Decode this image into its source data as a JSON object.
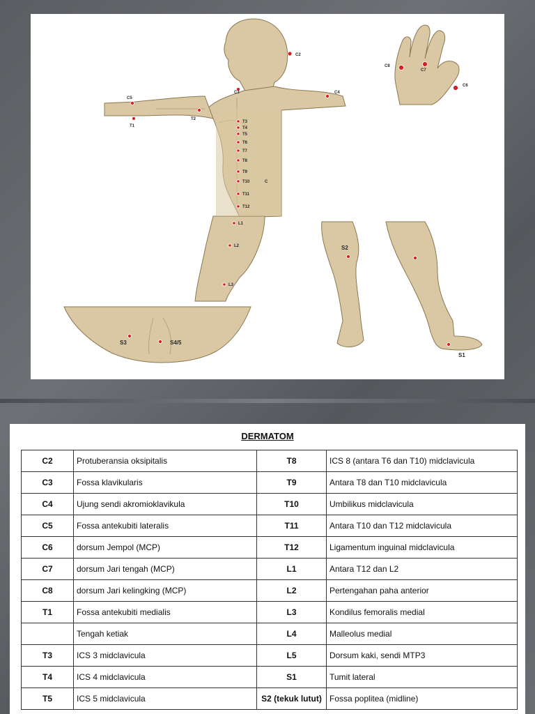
{
  "diagram": {
    "points": {
      "C2": "C2",
      "C3": "C3",
      "C4": "C4",
      "C5": "C5",
      "C6": "C6",
      "C7": "C7",
      "C8": "C8",
      "T1": "T1",
      "T2": "T2",
      "T3": "T3",
      "T4": "T4",
      "T5": "T5",
      "T6": "T6",
      "T7": "T7",
      "T8": "T8",
      "T9": "T9",
      "T10": "T10",
      "T11": "T11",
      "T12": "T12",
      "L1": "L1",
      "L2": "L2",
      "L3": "L3",
      "S1": "S1",
      "S2": "S2",
      "S3": "S3",
      "S45": "S4/5",
      "C_mark": "C"
    },
    "colors": {
      "skin": "#d9c8a3",
      "skin_dark": "#b8a37a",
      "outline": "#8a7752",
      "point": "#d81e24"
    }
  },
  "table": {
    "title": "DERMATOM",
    "rows": [
      {
        "c1": "C2",
        "d1": "Protuberansia oksipitalis",
        "c2": "T8",
        "d2": "ICS 8 (antara T6 dan T10)  midclavicula"
      },
      {
        "c1": "C3",
        "d1": "Fossa klavikularis",
        "c2": "T9",
        "d2": "Antara T8 dan T10  midclavicula"
      },
      {
        "c1": "C4",
        "d1": "Ujung sendi akromioklavikula",
        "c2": "T10",
        "d2": "Umbilikus midclavicula"
      },
      {
        "c1": "C5",
        "d1": "Fossa antekubiti lateralis",
        "c2": "T11",
        "d2": "Antara T10 dan T12  midclavicula"
      },
      {
        "c1": "C6",
        "d1": "dorsum Jempol (MCP)",
        "c2": "T12",
        "d2": "Ligamentum inguinal  midclavicula"
      },
      {
        "c1": "C7",
        "d1": "dorsum Jari tengah (MCP)",
        "c2": "L1",
        "d2": "Antara T12 dan L2"
      },
      {
        "c1": "C8",
        "d1": "dorsum Jari kelingking (MCP)",
        "c2": "L2",
        "d2": "Pertengahan paha anterior"
      },
      {
        "c1": "T1",
        "d1": "Fossa antekubiti medialis",
        "c2": "L3",
        "d2": "Kondilus femoralis medial"
      },
      {
        "c1": "",
        "d1": "Tengah ketiak",
        "c2": "L4",
        "d2": "Malleolus medial"
      },
      {
        "c1": "T3",
        "d1": "ICS 3 midclavicula",
        "c2": "L5",
        "d2": "Dorsum kaki, sendi MTP3"
      },
      {
        "c1": "T4",
        "d1": "ICS 4 midclavicula",
        "c2": "S1",
        "d2": "Tumit lateral"
      },
      {
        "c1": "T5",
        "d1": "ICS 5 midclavicula",
        "c2": "S2 (tekuk lutut)",
        "d2": "Fossa poplitea (midline)"
      }
    ]
  }
}
